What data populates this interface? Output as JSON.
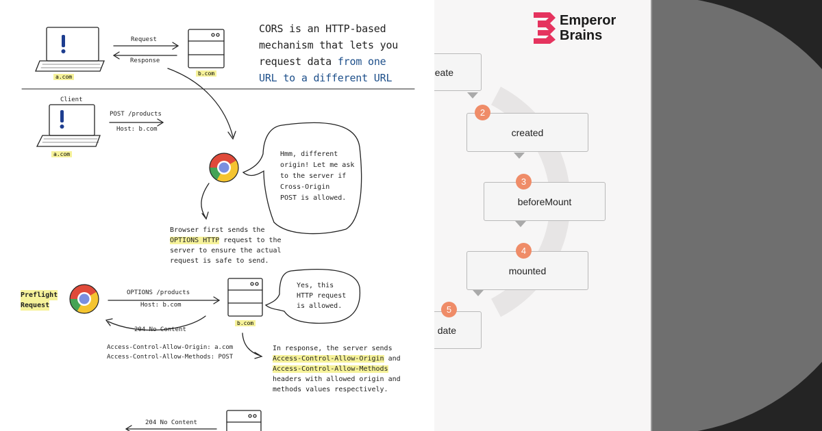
{
  "cors": {
    "title_part1": "CORS is an HTTP-based",
    "title_part2": "mechanism that lets you",
    "title_part3": "request data",
    "title_highlight1": "from one",
    "title_highlight2": "URL to a different URL",
    "request_label": "Request",
    "response_label": "Response",
    "client_domain": "a.com",
    "server_domain": "b.com",
    "client_label": "Client",
    "post_line1": "POST /products",
    "post_line2": "Host: b.com",
    "bubble1": [
      "Hmm, different",
      "origin! Let me ask",
      "to the server if",
      "Cross-Origin",
      "POST is allowed."
    ],
    "browser_note_1": "Browser first sends the",
    "browser_note_hl": "OPTIONS HTTP",
    "browser_note_2": " request to the",
    "browser_note_3": "server to ensure the actual",
    "browser_note_4": "request is safe to send.",
    "preflight_1": "Preflight",
    "preflight_2": "Request",
    "options_line1": "OPTIONS /products",
    "options_line2": "Host: b.com",
    "bubble2": [
      "Yes, this",
      "HTTP request",
      "is allowed."
    ],
    "no_content": "204 No Content",
    "acao": "Access-Control-Allow-Origin: a.com",
    "acam": "Access-Control-Allow-Methods: POST",
    "response_note_1": "In response, the server sends",
    "response_note_hl1": "Access-Control-Allow-Origin",
    "response_note_and": " and",
    "response_note_hl2": "Access-Control-Allow-Methods",
    "response_note_3": "headers with allowed origin and",
    "response_note_4": "methods values respectively.",
    "no_content_bottom": "204 No Content"
  },
  "lifecycle": {
    "brand_line1": "Emperor",
    "brand_line2": "Brains",
    "accent_color": "#ef8c68",
    "brand_color": "#e5335e",
    "steps": [
      {
        "label": "eate"
      },
      {
        "num": "2",
        "label": "created"
      },
      {
        "num": "3",
        "label": "beforeMount"
      },
      {
        "num": "4",
        "label": "mounted"
      },
      {
        "num": "5",
        "label": "date"
      }
    ]
  }
}
